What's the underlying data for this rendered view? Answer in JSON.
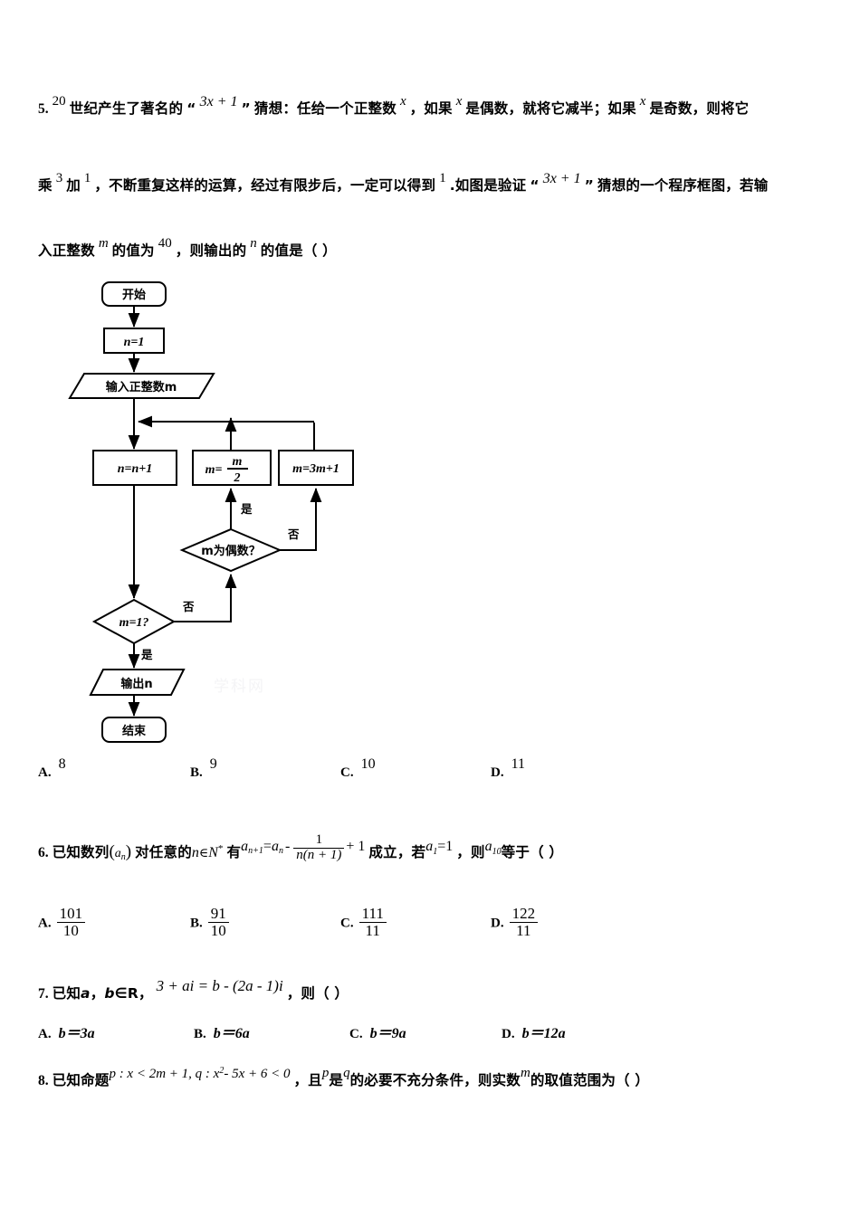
{
  "document": {
    "page_background": "#ffffff",
    "text_color": "#000000"
  },
  "questions": [
    {
      "number": "5.",
      "line1": {
        "sup_20": "20",
        "t1": "世纪产生了著名的",
        "quote_open": "“",
        "expr1": "3x + 1",
        "quote_close": "”",
        "t2": "猜想：任给一个正整数",
        "var_x1": "x",
        "t3": "，如果",
        "var_x2": "x",
        "t4": "是偶数，就将它减半；如果",
        "var_x3": "x",
        "t5": "是奇数，则将它"
      },
      "line2": {
        "t1": "乘",
        "num3": "3",
        "t2": "加",
        "num1": "1",
        "t3": "，不断重复这样的运算，经过有限步后，一定可以得到",
        "num_one": "1",
        "t4": ".如图是验证",
        "quote_open": "“",
        "expr1": "3x + 1",
        "quote_close": "”",
        "t5": "猜想的一个程序框图，若输"
      },
      "line3": {
        "t1": "入正整数",
        "var_m": "m",
        "t2": "的值为",
        "num40": "40",
        "t3": "，则输出的",
        "var_n": "n",
        "t4": "的值是（    ）"
      },
      "options": [
        {
          "label": "A.",
          "value": "8"
        },
        {
          "label": "B.",
          "value": "9"
        },
        {
          "label": "C.",
          "value": "10"
        },
        {
          "label": "D.",
          "value": "11"
        }
      ]
    },
    {
      "number": "6.",
      "text": {
        "t1": "已知数列",
        "seq_open": "(",
        "seq_var": "a",
        "seq_sub": "n",
        "seq_close": ")",
        "t2": "对任意的",
        "var_n": "n",
        "in_sym": "∈",
        "set_N": "N",
        "set_star": "*",
        "t3": "有",
        "eq_lhs_a": "a",
        "eq_lhs_sub": "n+1",
        "eq_eq": "=",
        "eq_rhs_a": "a",
        "eq_rhs_sub": "n",
        "eq_minus": "-",
        "frac_num": "1",
        "frac_den": "n(n + 1)",
        "eq_plus1": "+ 1",
        "t4": "成立，若",
        "a1_var": "a",
        "a1_sub": "1",
        "a1_eq": "=1",
        "t5": "，则",
        "a10_var": "a",
        "a10_sub": "10",
        "t6": "等于（    ）"
      },
      "options": [
        {
          "label": "A.",
          "num": "101",
          "den": "10"
        },
        {
          "label": "B.",
          "num": "91",
          "den": "10"
        },
        {
          "label": "C.",
          "num": "111",
          "den": "11"
        },
        {
          "label": "D.",
          "num": "122",
          "den": "11"
        }
      ]
    },
    {
      "number": "7.",
      "text": {
        "t1": "已知",
        "var_a": "a",
        "comma": "，",
        "var_b": "b",
        "in_sym": "∈",
        "set_R": "R",
        "comma2": "，",
        "equation": "3 + ai = b - (2a - 1)i",
        "t2": "，则（    ）"
      },
      "options": [
        {
          "label": "A.",
          "value": "b＝3a"
        },
        {
          "label": "B.",
          "value": "b＝6a"
        },
        {
          "label": "C.",
          "value": "b＝9a"
        },
        {
          "label": "D.",
          "value": "b＝12a"
        }
      ]
    },
    {
      "number": "8.",
      "text": {
        "t1": "已知命题",
        "prop": "p : x < 2m + 1, q : x",
        "prop_sup": "2",
        "prop2": "- 5x + 6 < 0",
        "t2": "，且",
        "var_p": "p",
        "t3": "是",
        "var_q": "q",
        "t4": "的必要不充分条件，则实数",
        "var_m": "m",
        "t5": "的取值范围为（    ）"
      }
    }
  ],
  "flowchart": {
    "title": "验证 3x+1 猜想的程序框图",
    "nodes": {
      "start": "开始",
      "init_n": "n=1",
      "input_m": "输入正整数m",
      "n_increment": "n=n+1",
      "m_half_lhs": "m=",
      "m_half_num": "m",
      "m_half_den": "2",
      "m_3m1": "m=3m+1",
      "decide_even": "m为偶数？",
      "decide_m1": "m=1?",
      "output_n": "输出n",
      "end": "结束"
    },
    "edge_labels": {
      "even_yes": "是",
      "even_no": "否",
      "m1_no": "否",
      "m1_yes": "是"
    }
  },
  "watermark": {
    "text": "学科网"
  }
}
